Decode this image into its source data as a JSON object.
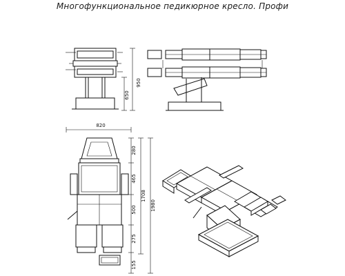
{
  "title": "Многофункциональное  педикюрное  кресло. Профи",
  "dimensions": {
    "width": "820",
    "side_total": "950",
    "side_base": "650",
    "seg_head": "280",
    "seg_back": "465",
    "seg_seat": "500",
    "seg_foot": "275",
    "seg_extra": "155",
    "length_1": "1708",
    "length_2": "1980"
  },
  "views": [
    "front-view",
    "side-view",
    "top-view",
    "isometric-view"
  ]
}
